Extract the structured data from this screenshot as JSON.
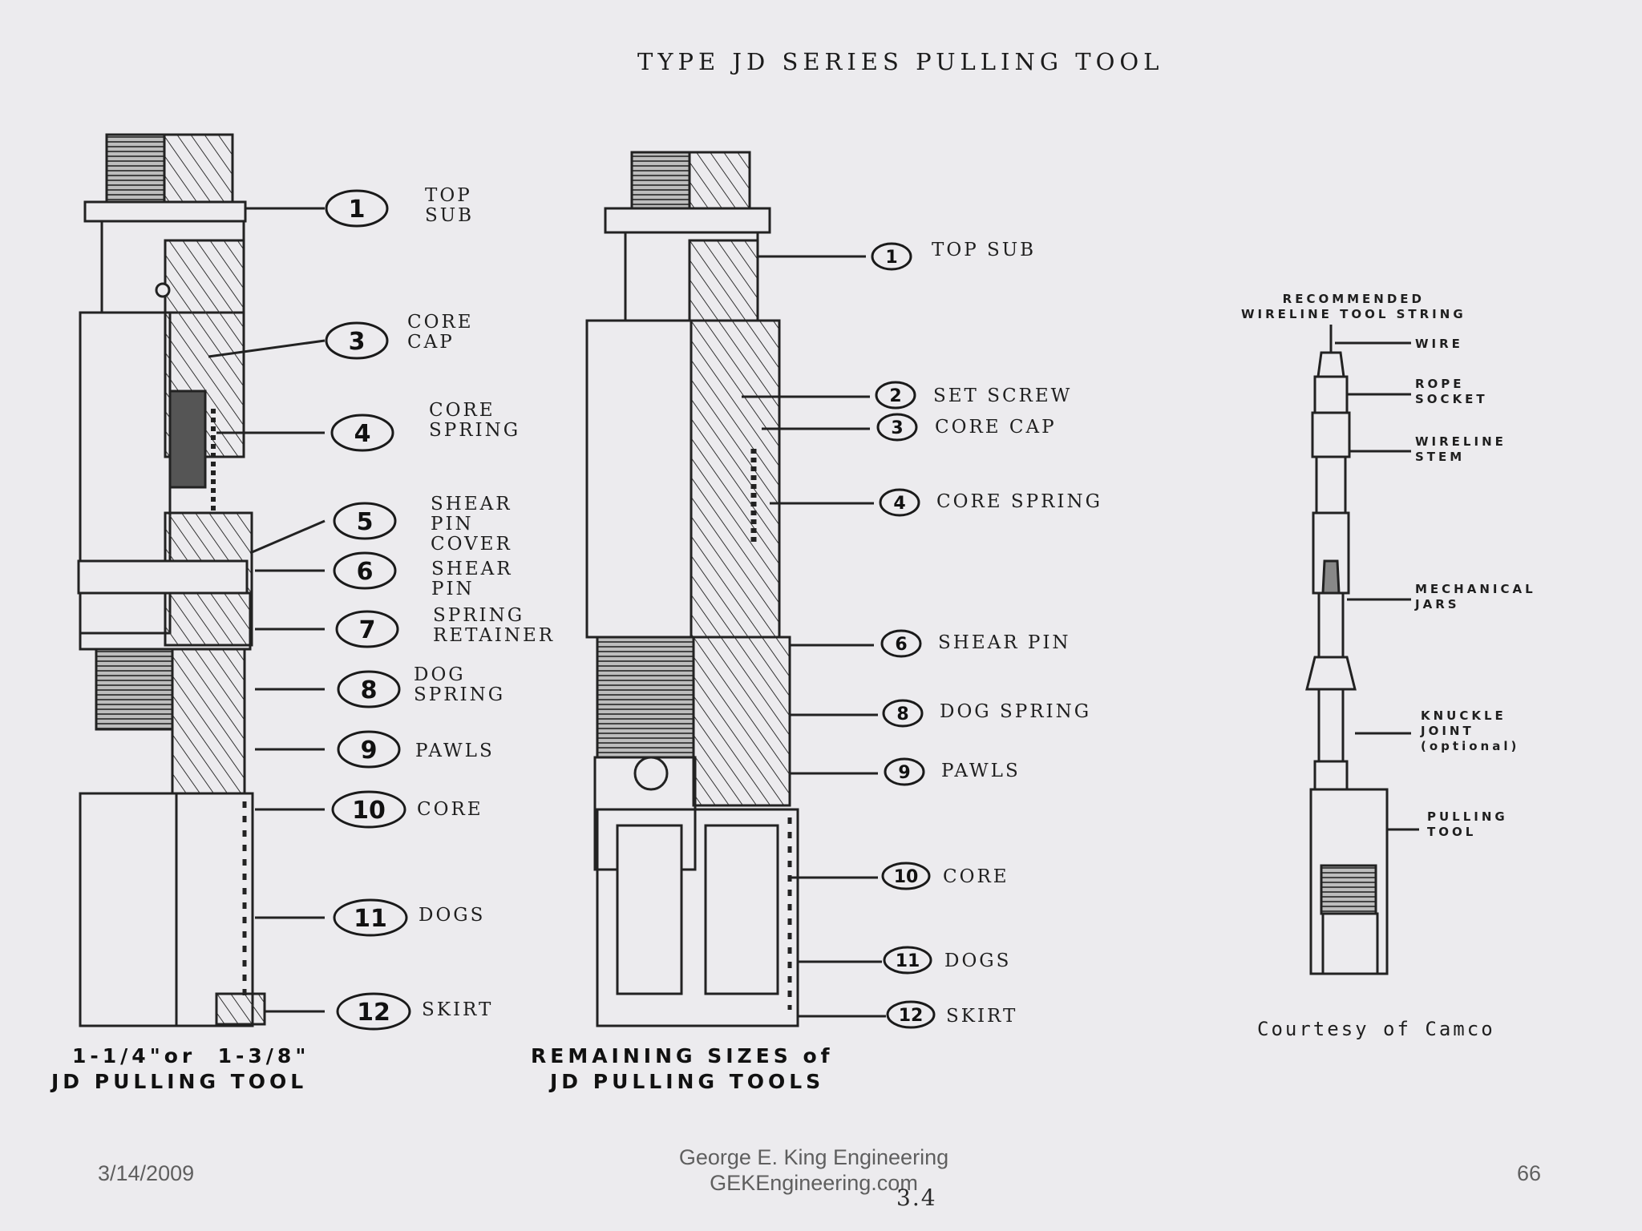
{
  "title": "TYPE JD SERIES PULLING TOOL",
  "left_tool": {
    "caption_line1": "1-1/4\"or  1-3/8\"",
    "caption_line2": "JD PULLING TOOL",
    "callouts": [
      {
        "num": "1",
        "label": "TOP\nSUB"
      },
      {
        "num": "3",
        "label": "CORE\nCAP"
      },
      {
        "num": "4",
        "label": "CORE\nSPRING"
      },
      {
        "num": "5",
        "label": "SHEAR\nPIN\nCOVER"
      },
      {
        "num": "6",
        "label": "SHEAR\nPIN"
      },
      {
        "num": "7",
        "label": "SPRING\nRETAINER"
      },
      {
        "num": "8",
        "label": "DOG\nSPRING"
      },
      {
        "num": "9",
        "label": "PAWLS"
      },
      {
        "num": "10",
        "label": "CORE"
      },
      {
        "num": "11",
        "label": "DOGS"
      },
      {
        "num": "12",
        "label": "SKIRT"
      }
    ]
  },
  "middle_tool": {
    "caption_line1": "REMAINING SIZES of",
    "caption_line2": "JD PULLING TOOLS",
    "callouts": [
      {
        "num": "1",
        "label": "TOP SUB"
      },
      {
        "num": "2",
        "label": "SET SCREW"
      },
      {
        "num": "3",
        "label": "CORE CAP"
      },
      {
        "num": "4",
        "label": "CORE SPRING"
      },
      {
        "num": "6",
        "label": "SHEAR PIN"
      },
      {
        "num": "8",
        "label": "DOG SPRING"
      },
      {
        "num": "9",
        "label": "PAWLS"
      },
      {
        "num": "10",
        "label": "CORE"
      },
      {
        "num": "11",
        "label": "DOGS"
      },
      {
        "num": "12",
        "label": "SKIRT"
      }
    ]
  },
  "tool_string": {
    "heading": "RECOMMENDED\nWIRELINE TOOL STRING",
    "labels": [
      "WIRE",
      "ROPE\nSOCKET",
      "WIRELINE\nSTEM",
      "MECHANICAL\nJARS",
      "KNUCKLE\nJOINT\n(optional)",
      "PULLING\nTOOL"
    ]
  },
  "courtesy": "Courtesy of Camco",
  "footer": {
    "date": "3/14/2009",
    "org_line1": "George E. King Engineering",
    "org_line2": "GEKEngineering.com",
    "page": "66",
    "figure_number": "3.4"
  },
  "colors": {
    "background": "#ecebee",
    "ink": "#1f1f1f",
    "footer_text": "#5f5f5f"
  }
}
